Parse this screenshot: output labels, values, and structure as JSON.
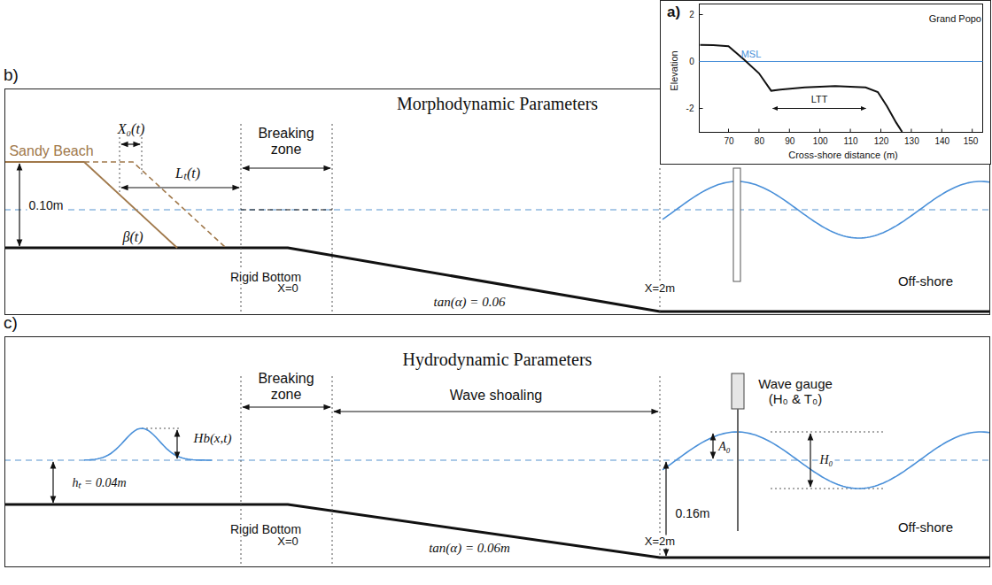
{
  "diagram": {
    "nodes": [
      {
        "text": [
          "a)",
          "Grand Popo"
        ]
      },
      {
        "text": [
          "b)",
          "Morphodynamic Parameters"
        ]
      },
      {
        "text": [
          "c)",
          "Hydrodynamic Parameters"
        ]
      }
    ],
    "labels": [
      "Elevation",
      "2",
      "0",
      "-2",
      "70",
      "80",
      "90",
      "100",
      "110",
      "120",
      "130",
      "140",
      "150",
      "Cross-shore distance (m)",
      "MSL",
      "LTT",
      "Sandy Beach",
      "X₀(t)",
      "Lₜ(t)",
      "Breaking zone",
      "0.10m",
      "β(t)",
      "Rigid Bottom",
      "tan(α) = 0.06",
      "X=0",
      "X=2m",
      "Off-shore",
      "Breaking zone",
      "Wave shoaling",
      "Wave gauge (H₀ & T₀)",
      "Hb(x,t)",
      "hₜ = 0.04m",
      "A₀",
      "H₀",
      "0.16m",
      "Rigid Bottom",
      "tan(α) = 0.06m",
      "X=0",
      "X=2m",
      "Off-shore"
    ]
  }
}
